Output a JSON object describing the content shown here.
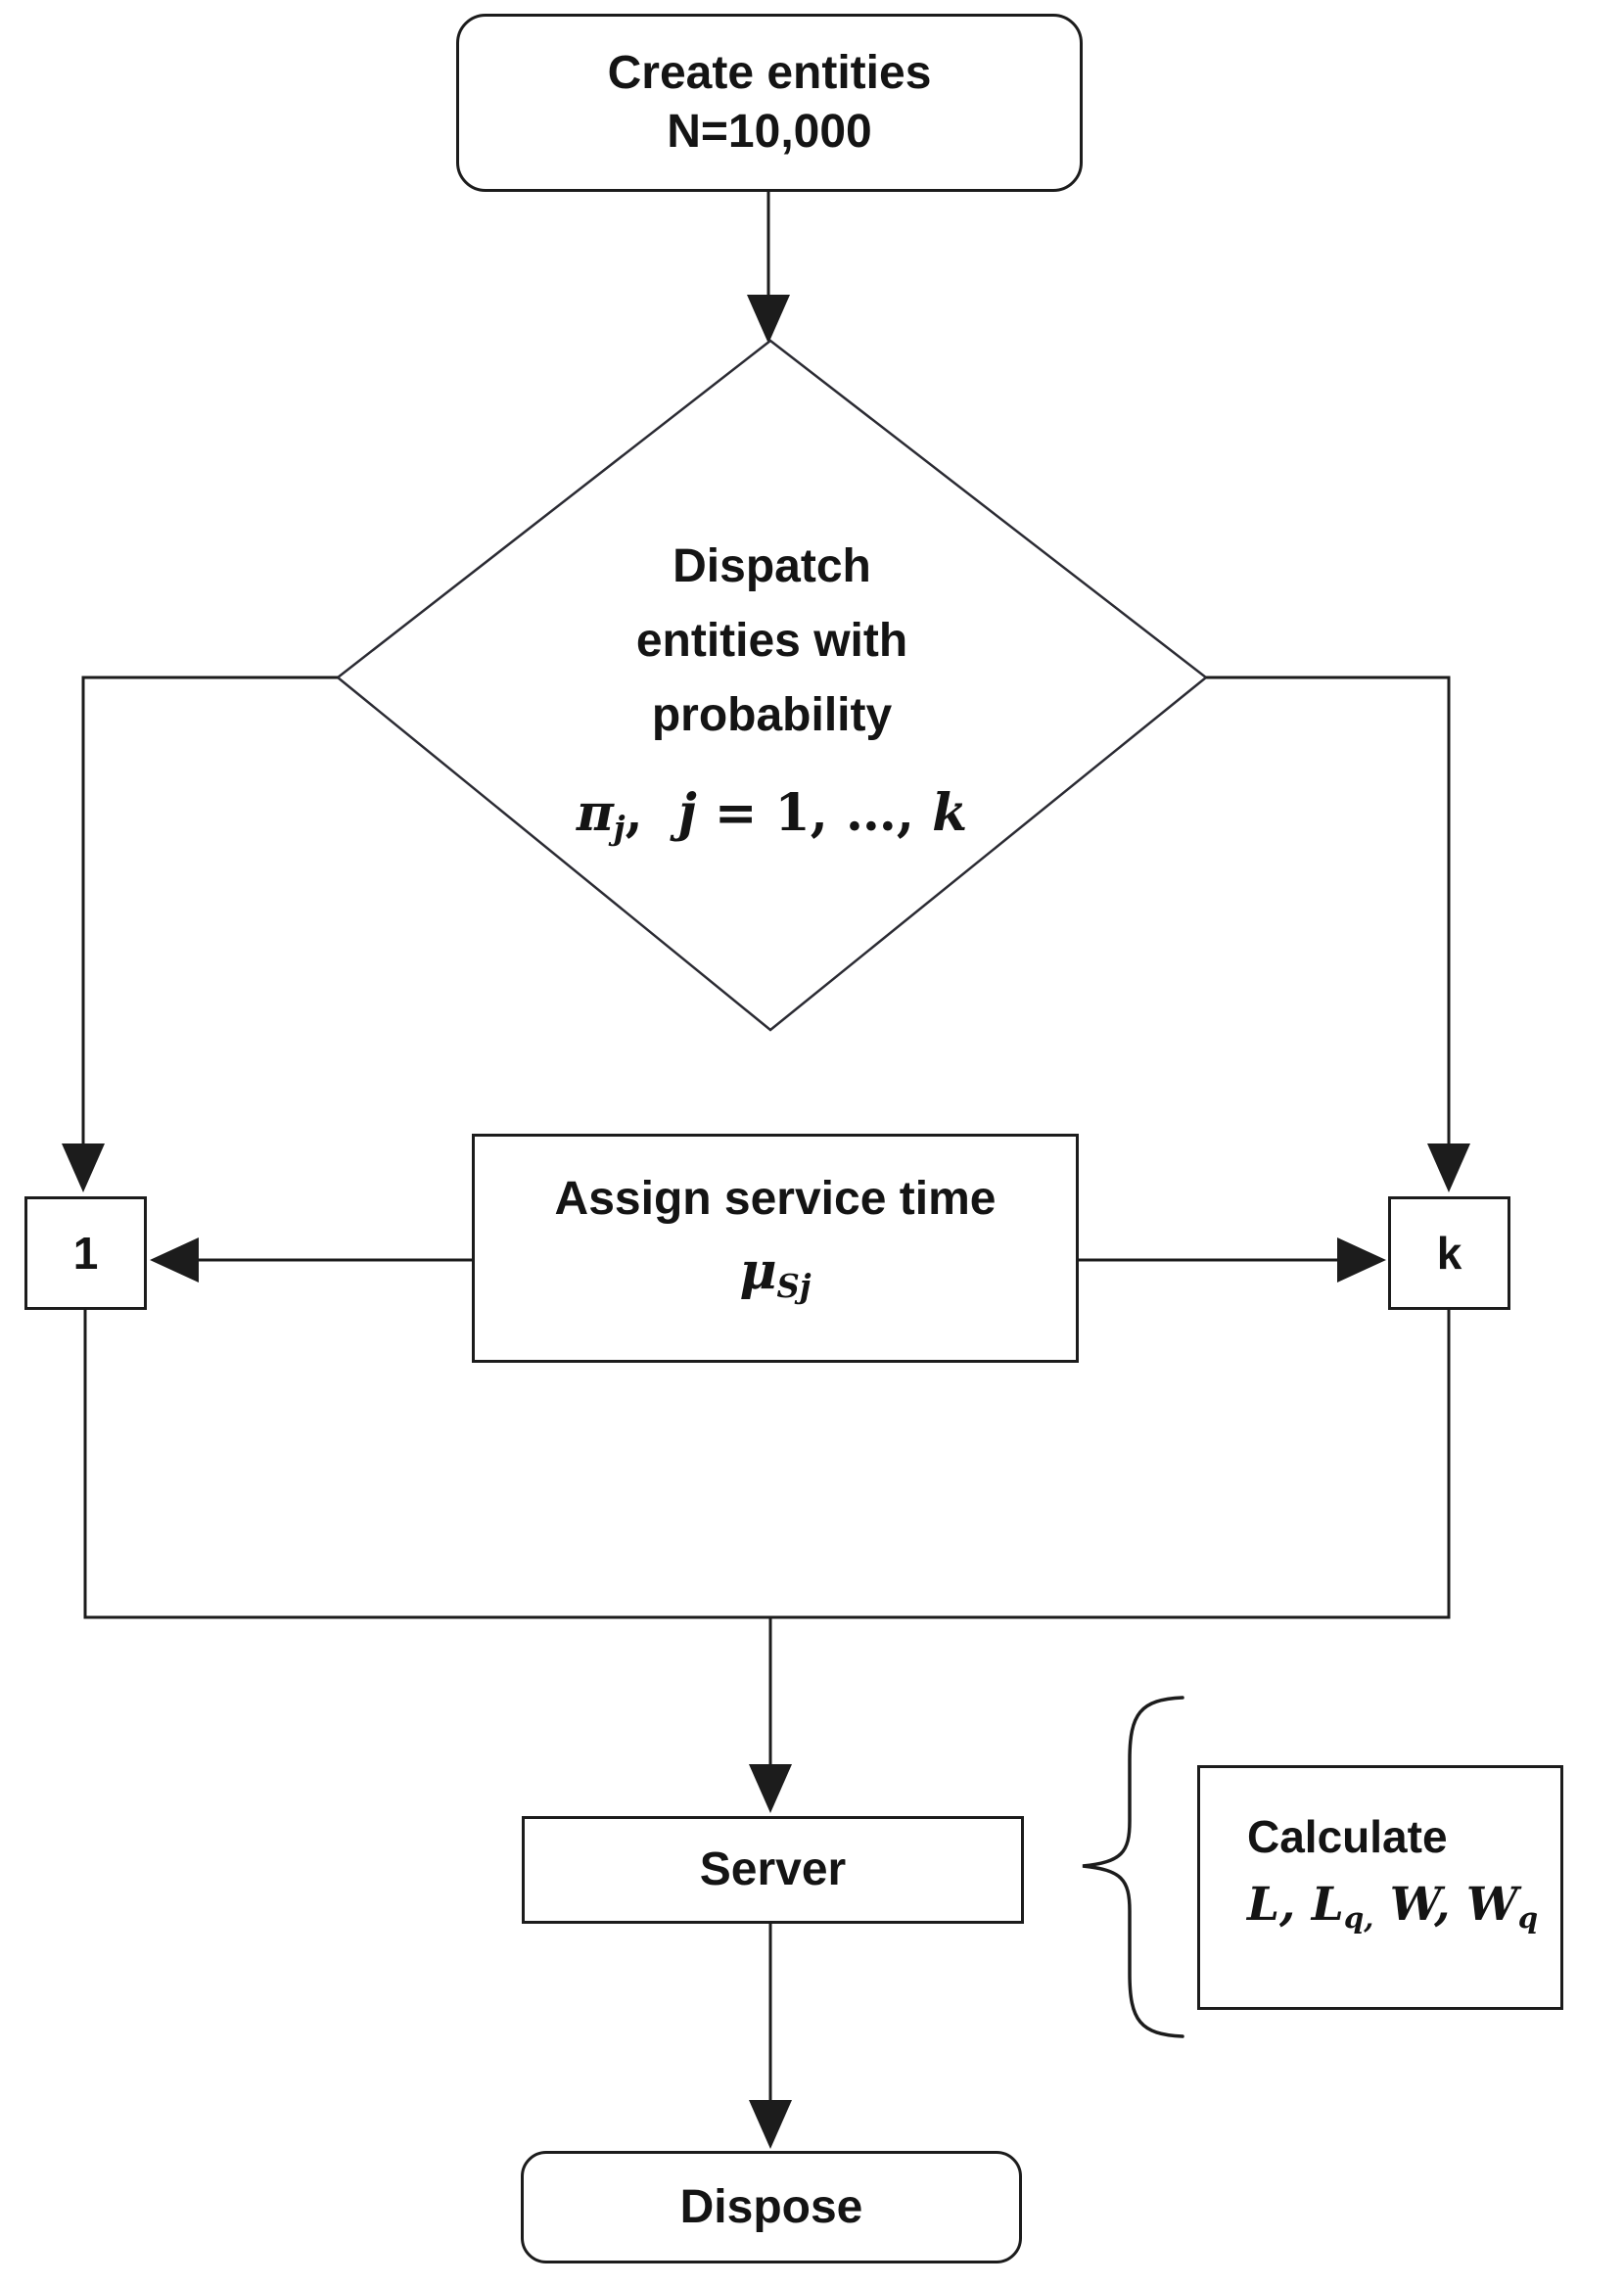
{
  "nodes": {
    "create": {
      "line1": "Create entities",
      "line2": "N=10,000"
    },
    "dispatch": {
      "line1": "Dispatch",
      "line2": "entities with",
      "line3": "probability",
      "formula": {
        "pi": "π",
        "pi_sub": "j",
        "sep": ",  ",
        "j": "j",
        "eq": " = 1, …, ",
        "k": "k"
      }
    },
    "assign": {
      "title": "Assign service time",
      "formula": {
        "mu": "μ",
        "sub": "Sj"
      }
    },
    "branch_first": {
      "label": "1"
    },
    "branch_last": {
      "label": "k"
    },
    "server": {
      "label": "Server"
    },
    "calculate": {
      "title": "Calculate",
      "formula": {
        "p1": "L, L",
        "s1": "q,",
        "p2": " W, W",
        "s2": "q"
      }
    },
    "dispose": {
      "label": "Dispose"
    }
  },
  "colors": {
    "line": "#1c1c1c",
    "text": "#141414",
    "background": "#ffffff"
  }
}
